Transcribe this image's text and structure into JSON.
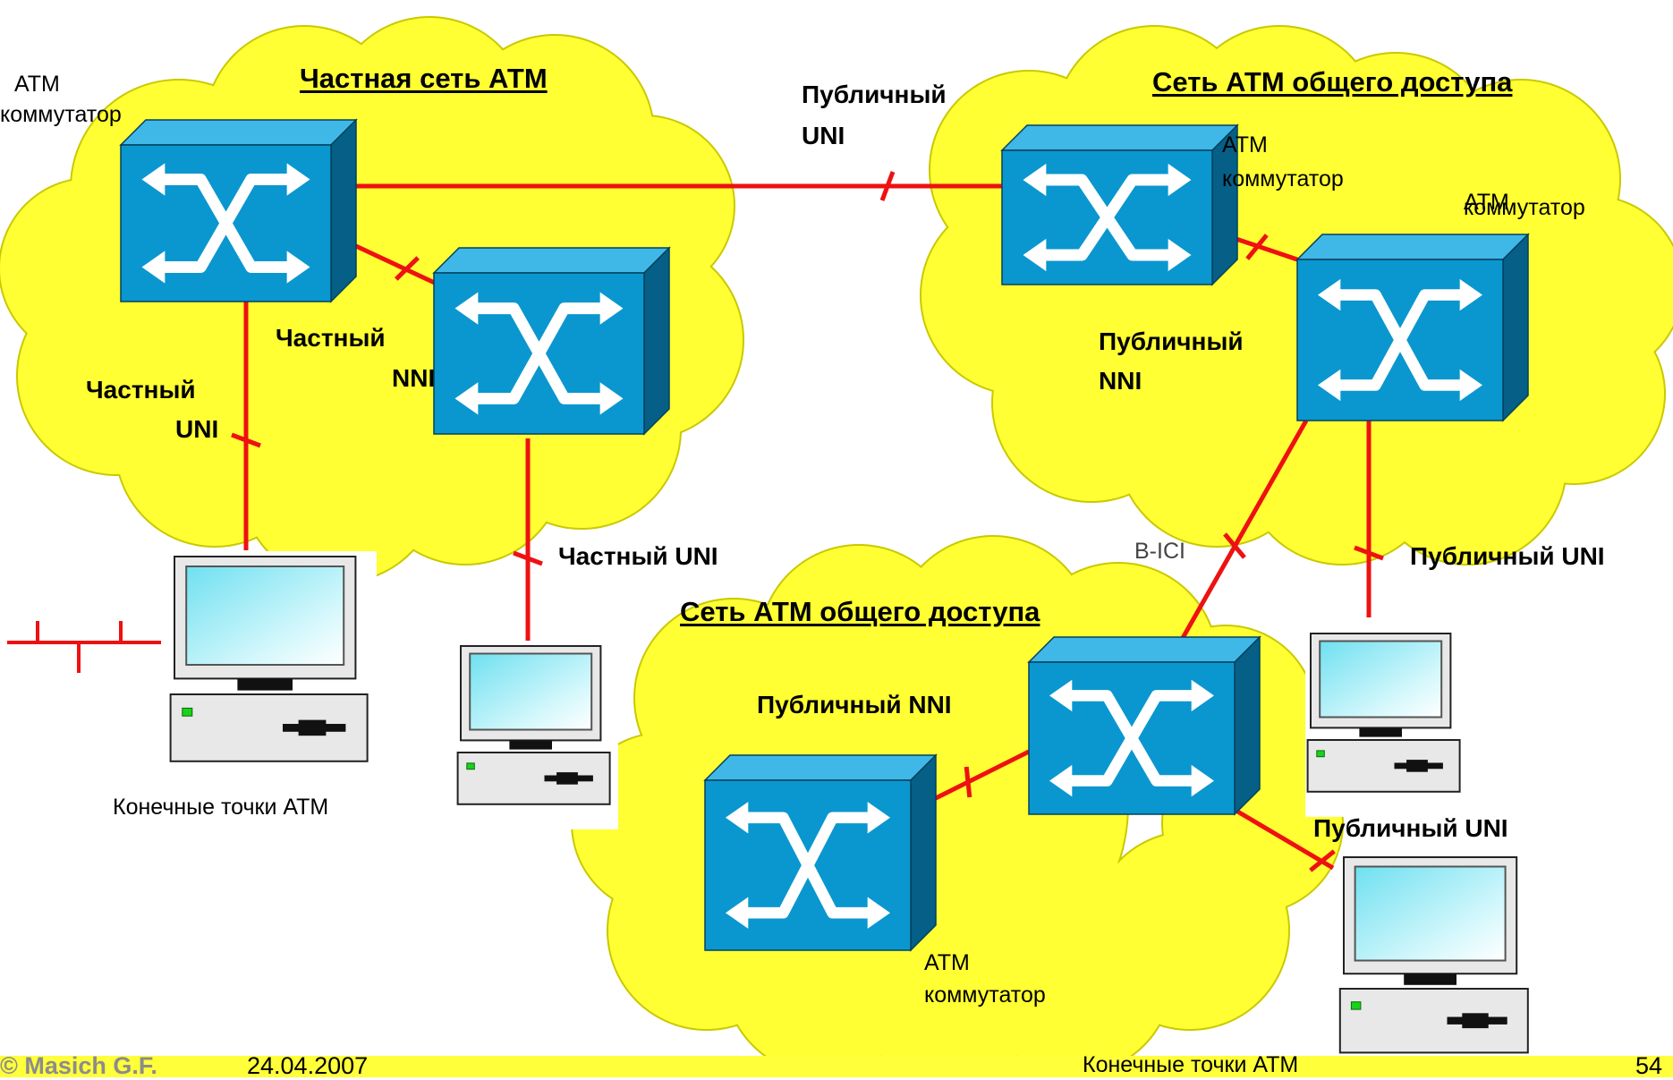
{
  "labels": {
    "private_network_title": "Частная сеть АТМ",
    "public_network_title_top": "Сеть АТМ общего доступа",
    "public_network_title_bottom": "Сеть АТМ общего доступа",
    "atm_switch_tl_line1": "АТМ",
    "atm_switch_tl_line2": "коммутатор",
    "atm_switch_pub1_line1": "АТМ",
    "atm_switch_pub1_line2": "коммутатор",
    "atm_switch_pub2_line1": "АТМ",
    "atm_switch_pub2_line2": "коммутатор",
    "atm_switch_bottom_line1": "АТМ",
    "atm_switch_bottom_line2": "коммутатор",
    "public_uni_top_line1": "Публичный",
    "public_uni_top_line2": "UNI",
    "private_nni_line1": "Частный",
    "private_nni_line2": "NNI",
    "private_uni_left_line1": "Частный",
    "private_uni_left_line2": "UNI",
    "private_uni_mid": "Частный UNI",
    "public_nni_right_line1": "Публичный",
    "public_nni_right_line2": "NNI",
    "b_ici": "B-ICI",
    "public_uni_right": "Публичный UNI",
    "public_nni_bottom": "Публичный NNI",
    "public_uni_bottom_right": "Публичный UNI",
    "endpoints_left": "Конечные точки АТМ",
    "endpoints_bottom": "Конечные точки АТМ"
  },
  "footer": {
    "copyright": "© Masich G.F.",
    "date": "24.04.2007",
    "page_number": "54"
  },
  "colors": {
    "cloud": "#ffff33",
    "link": "#ee1111",
    "switch_front": "#0a97cf",
    "switch_top": "#3fb8e8",
    "switch_side": "#055f86",
    "monitor_screen": "#7ee8f4"
  }
}
